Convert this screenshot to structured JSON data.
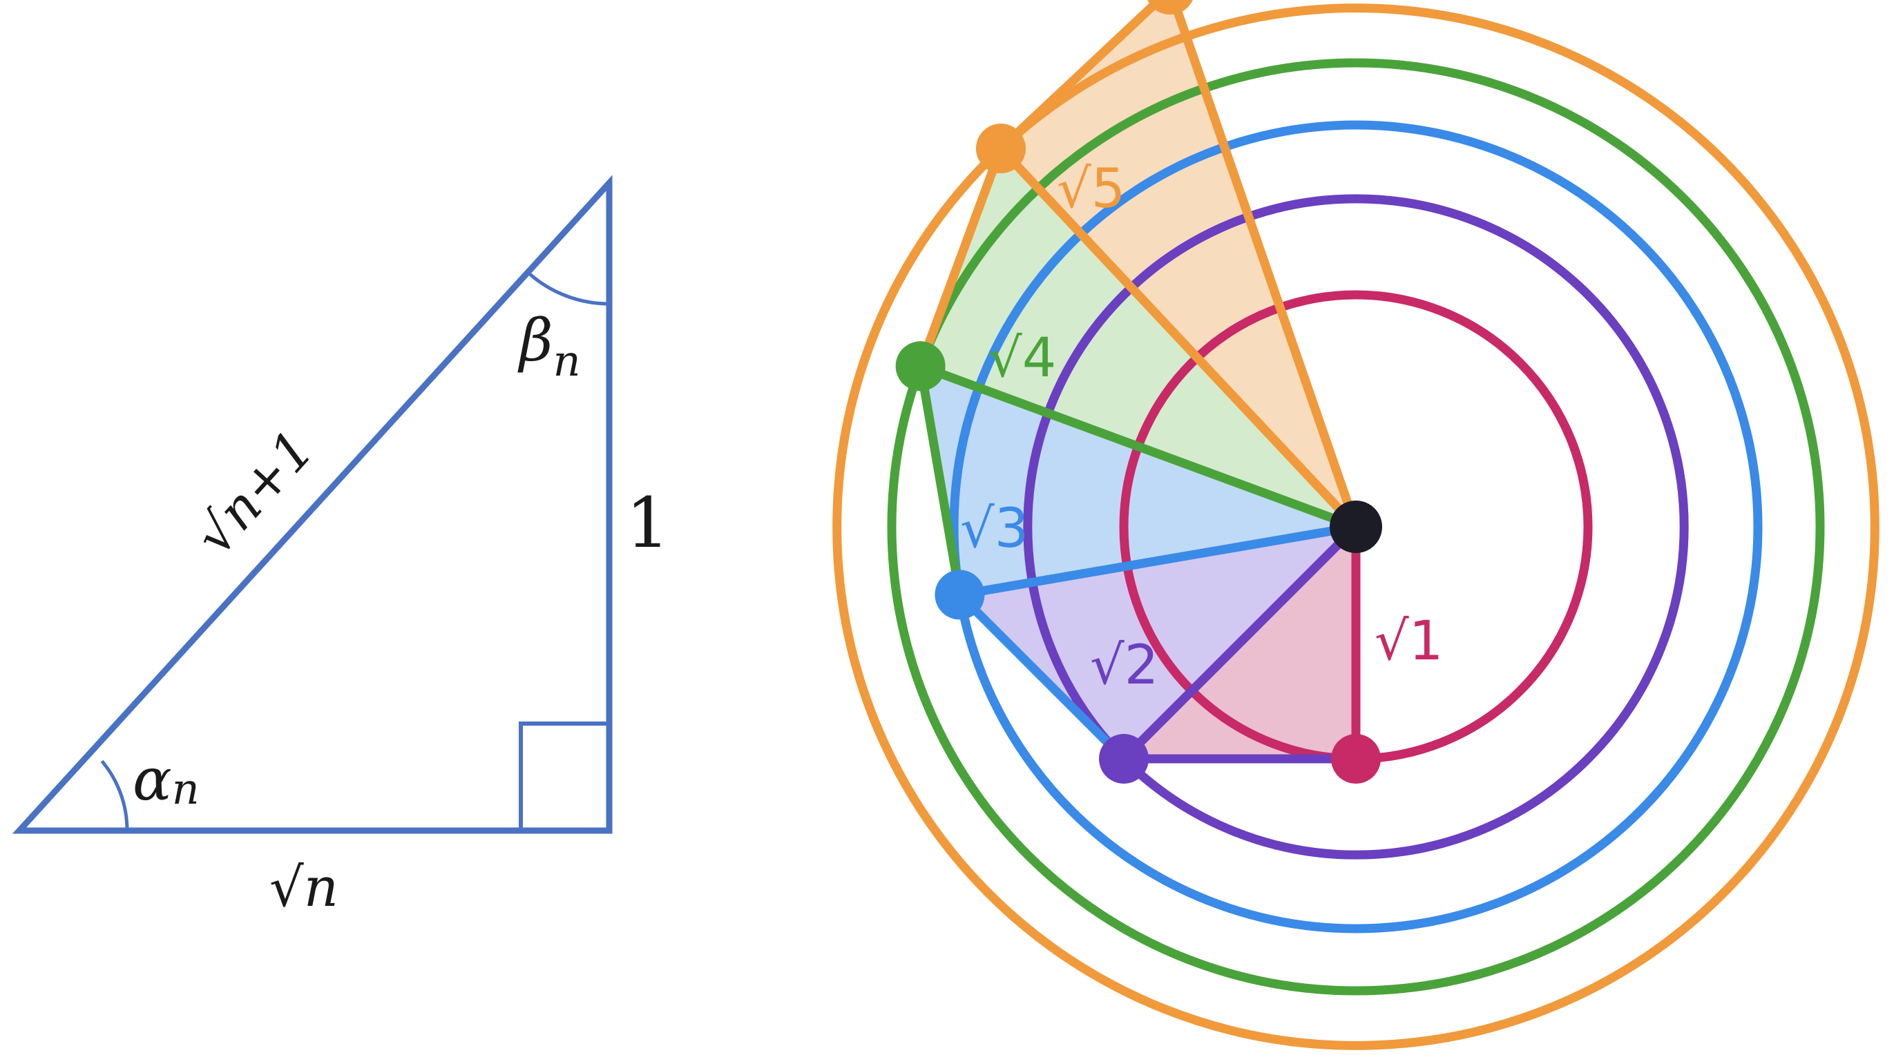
{
  "triangle": {
    "hypotenuse_label": "√n+1",
    "vertical_side_label": "1",
    "base_label": "√n",
    "alpha_symbol": "α",
    "beta_symbol": "β",
    "angle_subscript": "n",
    "stroke_color": "#4a72c4"
  },
  "spiral": {
    "center_color": "#1c1c26",
    "steps": [
      {
        "label": "√1",
        "radius_units": 1,
        "color": "#c72a67",
        "fill": "#e9b4c8"
      },
      {
        "label": "√2",
        "radius_units": 1.41421,
        "color": "#6a3fc0",
        "fill": "#c9bff0"
      },
      {
        "label": "√3",
        "radius_units": 1.73205,
        "color": "#3a8ae8",
        "fill": "#b4d3f6"
      },
      {
        "label": "√4",
        "radius_units": 2,
        "color": "#4aa33a",
        "fill": "#cde8c6"
      },
      {
        "label": "√5",
        "radius_units": 2.23607,
        "color": "#f09a3c",
        "fill": "#f7d6b3"
      }
    ]
  }
}
